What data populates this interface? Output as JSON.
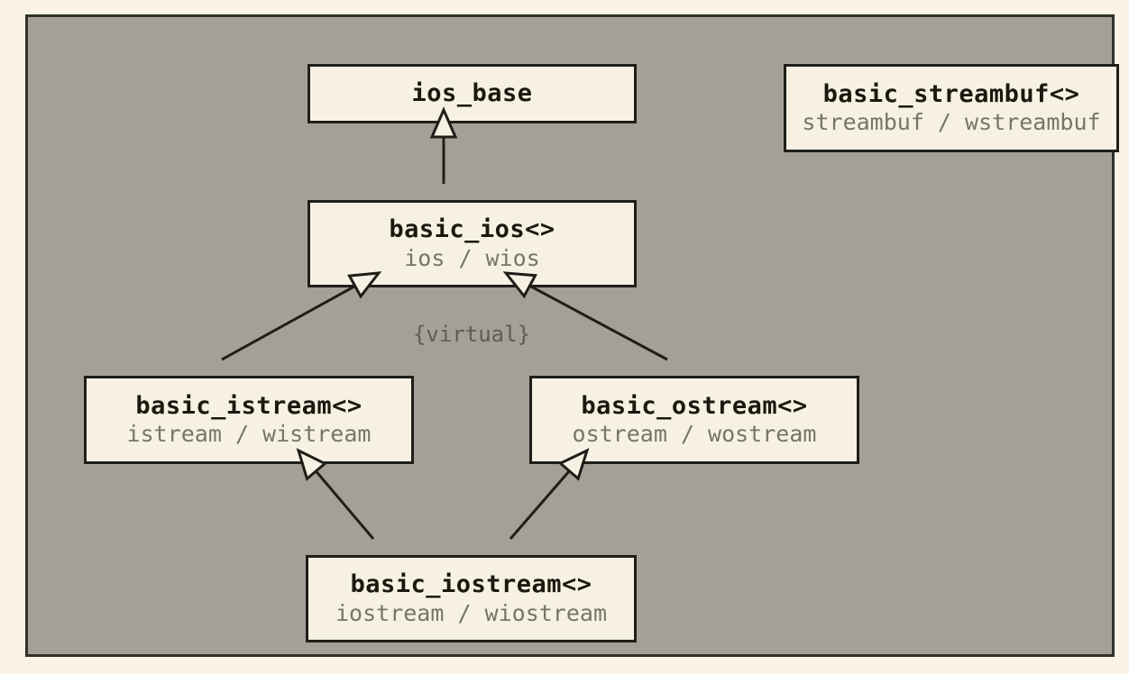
{
  "page": {
    "background_color": "#faf3e6"
  },
  "diagram": {
    "panel": {
      "background_color": "#a4a098",
      "border_color": "#31312a"
    },
    "box_style": {
      "background_color": "#f6f1e2",
      "border_color": "#1f1f19",
      "title_color": "#19190f",
      "typedef_color": "#78746b"
    },
    "nodes": [
      {
        "id": "ios_base",
        "title": "ios_base"
      },
      {
        "id": "basic_streambuf",
        "title": "basic_streambuf<>",
        "subtitle": "streambuf / wstreambuf"
      },
      {
        "id": "basic_ios",
        "title": "basic_ios<>",
        "subtitle": "ios / wios"
      },
      {
        "id": "basic_istream",
        "title": "basic_istream<>",
        "subtitle": "istream / wistream"
      },
      {
        "id": "basic_ostream",
        "title": "basic_ostream<>",
        "subtitle": "ostream / wostream"
      },
      {
        "id": "basic_iostream",
        "title": "basic_iostream<>",
        "subtitle": "iostream / wiostream"
      }
    ],
    "edges": [
      {
        "from": "basic_ios",
        "to": "ios_base",
        "type": "inheritance"
      },
      {
        "from": "basic_istream",
        "to": "basic_ios",
        "type": "virtual-inheritance"
      },
      {
        "from": "basic_ostream",
        "to": "basic_ios",
        "type": "virtual-inheritance"
      },
      {
        "from": "basic_iostream",
        "to": "basic_istream",
        "type": "inheritance"
      },
      {
        "from": "basic_iostream",
        "to": "basic_ostream",
        "type": "inheritance"
      }
    ],
    "annotation": {
      "text": "{virtual}",
      "color": "#605c54"
    }
  }
}
